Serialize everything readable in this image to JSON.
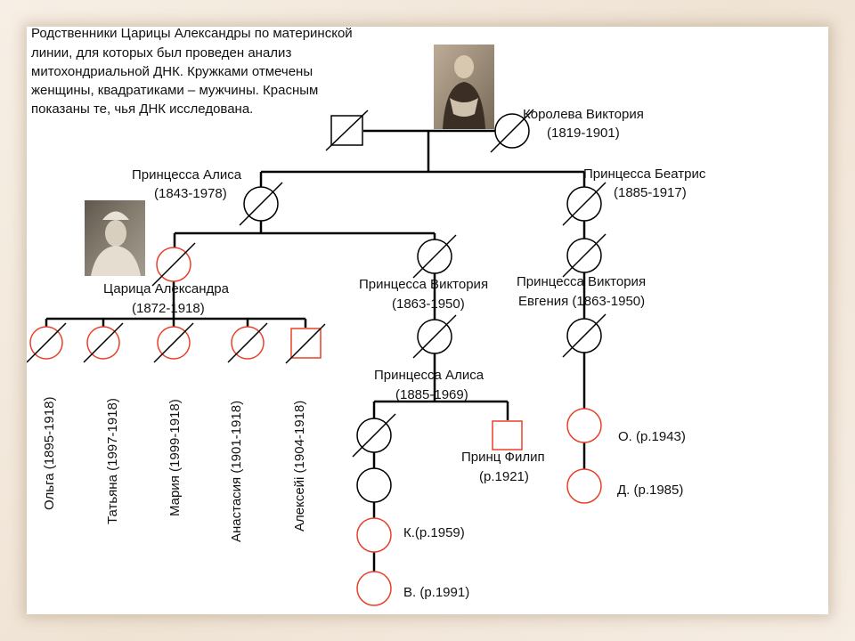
{
  "caption": {
    "line1": "Родственники Царицы Александры по материнской",
    "line2": "линии,  для которых был проведен анализ",
    "line3": "митохондриальной ДНК. Кружками отмечены",
    "line4": "женщины, квадратиками – мужчины. Красным",
    "line5": "показаны те, чья ДНК исследована."
  },
  "colors": {
    "tested": "#e8402a",
    "untested": "#000000"
  },
  "people": {
    "victoria_queen": {
      "name": "Королева Виктория",
      "years": "(1819-1901)"
    },
    "alice_princess": {
      "name": "Принцесса Алиса",
      "years": "(1843-1978)"
    },
    "beatrice": {
      "name": "Принцесса Беатрис",
      "years": "(1885-1917)"
    },
    "alexandra": {
      "name": "Царица Александра",
      "years": "(1872-1918)"
    },
    "victoria_princess": {
      "name": "Принцесса Виктория",
      "years": "(1863-1950)"
    },
    "victoria_eugenia": {
      "name": "Принцесса Виктория",
      "years": "Евгения (1863-1950)"
    },
    "alice_1885": {
      "name": "Принцесса Алиса",
      "years": "(1885-1969)"
    },
    "philip": {
      "name": "Принц Филип",
      "years": "(р.1921)"
    },
    "k": {
      "name": "К.(р.1959)"
    },
    "v": {
      "name": "В. (р.1991)"
    },
    "o": {
      "name": "О.  (р.1943)"
    },
    "d": {
      "name": "Д. (р.1985)"
    }
  },
  "children": [
    {
      "name": "Ольга (1895-1918)",
      "sex": "female"
    },
    {
      "name": "Татьяна (1997-1918)",
      "sex": "female"
    },
    {
      "name": "Мария  (1999-1918)",
      "sex": "female"
    },
    {
      "name": "Анастасия (1901-1918)",
      "sex": "female"
    },
    {
      "name": "Алексейі (1904-1918)",
      "sex": "male"
    }
  ]
}
